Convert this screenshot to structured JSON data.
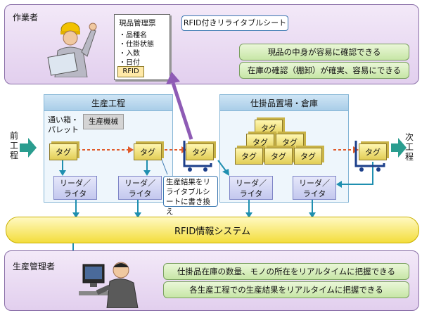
{
  "worker_panel": {
    "label": "作業者",
    "sheet_title": "現品管理票",
    "sheet_items": [
      "・品種名",
      "・仕掛状態",
      "・入数",
      "・日付"
    ],
    "sheet_rfid": "RFID",
    "callout": "RFID付きリライタブルシート",
    "benefits": [
      "現品の中身が容易に確認できる",
      "在庫の確認（棚卸）が確実、容易にできる"
    ]
  },
  "flow": {
    "prev_process": "前工程",
    "next_process": "次工程",
    "production_section": "生産工程",
    "wip_section": "仕掛品置場・倉庫",
    "container_label": "通い箱・\nパレット",
    "machine_label": "生産機械",
    "tag_label": "タグ",
    "reader_label": "リーダ／\nライタ",
    "rewrite_callout": "生産結果をリライタブルシートに書き換え"
  },
  "system_bar": {
    "label": "RFID情報システム"
  },
  "manager_panel": {
    "label": "生産管理者",
    "benefits": [
      "仕掛品在庫の数量、モノの所在をリアルタイムに把握できる",
      "各生産工程での生産結果をリアルタイムに把握できる"
    ]
  },
  "colors": {
    "accent": "#2a9d8f",
    "purple": "#8e5bb5",
    "red": "#e05a2a",
    "blue_arrow": "#1f8fb0"
  }
}
